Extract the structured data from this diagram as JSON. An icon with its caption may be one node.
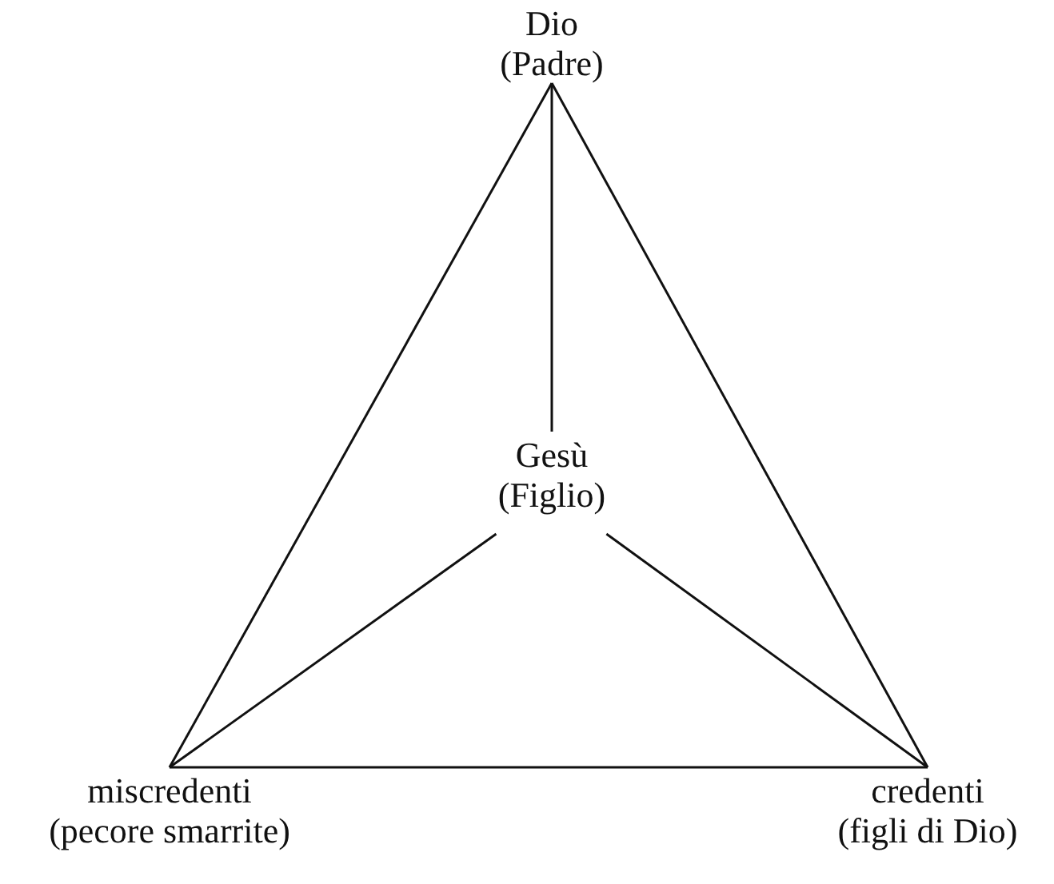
{
  "diagram": {
    "nodes": [
      {
        "text": [
          "Dio",
          "(Padre)"
        ]
      },
      {
        "text": [
          "Gesù",
          "(Figlio)"
        ]
      },
      {
        "text": [
          "miscredenti",
          "(pecore smarrite)"
        ]
      },
      {
        "text": [
          "credenti",
          "(figli di Dio)"
        ]
      }
    ],
    "edges": [
      {
        "from": 0,
        "to": 2,
        "arrow": "none"
      },
      {
        "from": 0,
        "to": 3,
        "arrow": "none"
      },
      {
        "from": 2,
        "to": 3,
        "arrow": "none"
      },
      {
        "from": 1,
        "to": 0,
        "arrow": "none"
      },
      {
        "from": 1,
        "to": 2,
        "arrow": "none"
      },
      {
        "from": 1,
        "to": 3,
        "arrow": "none"
      }
    ]
  }
}
